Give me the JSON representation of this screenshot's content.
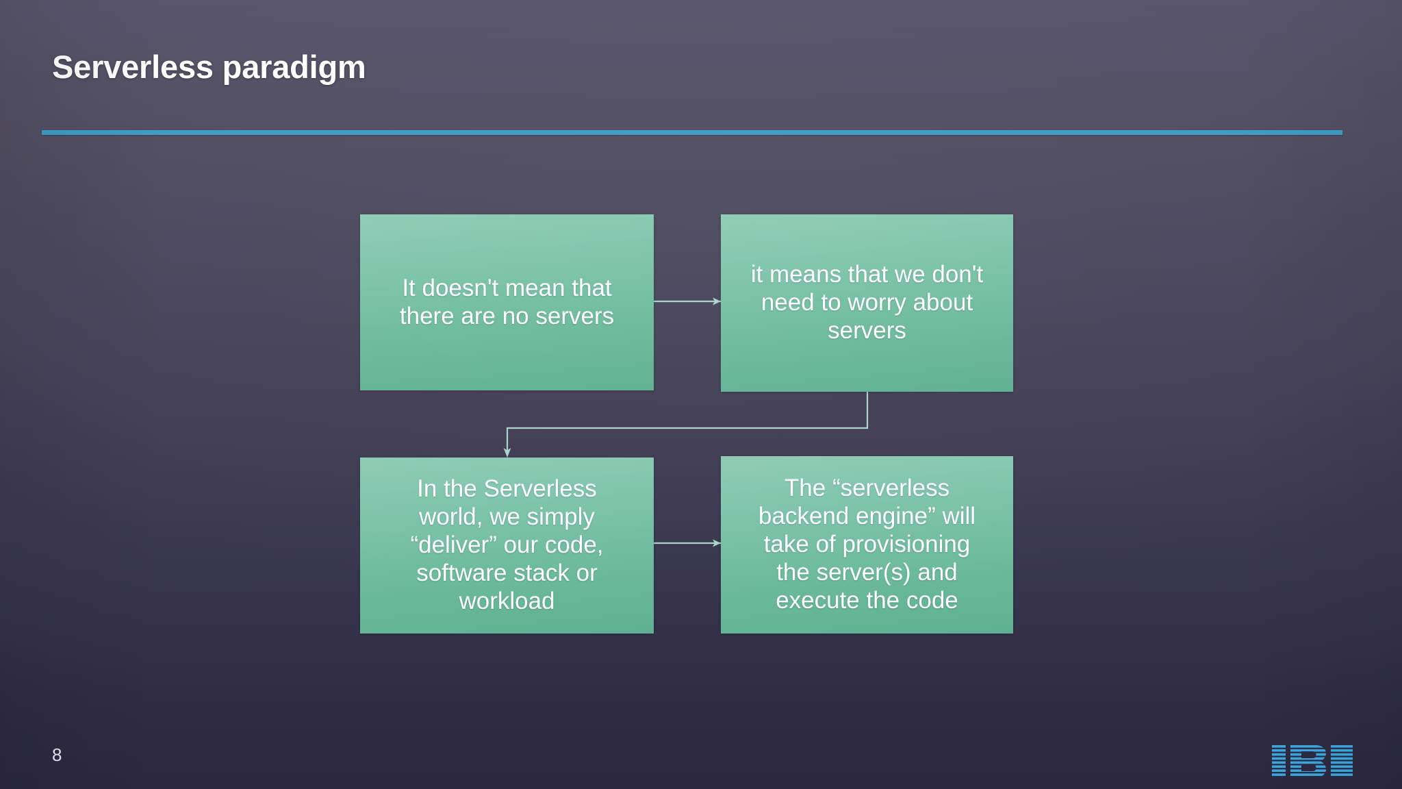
{
  "slide": {
    "title": "Serverless paradigm",
    "page_number": "8",
    "accent_rule_color": "#3d9cc4",
    "background_top_color": "#58546a",
    "background_bottom_color": "#2b2840",
    "logo": {
      "name": "ibm-logo",
      "text": "IBM",
      "color": "#3ba9e0"
    }
  },
  "diagram": {
    "type": "flow",
    "node_fill_top": "#8ecbb5",
    "node_fill_bottom": "#5fb092",
    "node_text_color": "#ffffff",
    "connector_color": "#a9d6c6",
    "nodes": [
      {
        "id": "node-1",
        "lines": [
          "It doesn't mean that",
          "there are no servers"
        ]
      },
      {
        "id": "node-2",
        "lines": [
          "it means that we don't",
          "need to worry about",
          "servers"
        ]
      },
      {
        "id": "node-3",
        "lines": [
          "In the Serverless",
          "world, we simply",
          "“deliver” our code,",
          "software stack or",
          "workload"
        ]
      },
      {
        "id": "node-4",
        "lines": [
          "The “serverless",
          "backend engine” will",
          "take of provisioning",
          "the server(s) and",
          "execute the code"
        ]
      }
    ],
    "connectors": [
      {
        "id": "connector-1-to-2",
        "from": "node-1",
        "to": "node-2",
        "style": "straight-arrow-right"
      },
      {
        "id": "connector-2-to-3",
        "from": "node-2",
        "to": "node-3",
        "style": "elbow-arrow-down"
      },
      {
        "id": "connector-3-to-4",
        "from": "node-3",
        "to": "node-4",
        "style": "straight-arrow-right"
      }
    ]
  }
}
